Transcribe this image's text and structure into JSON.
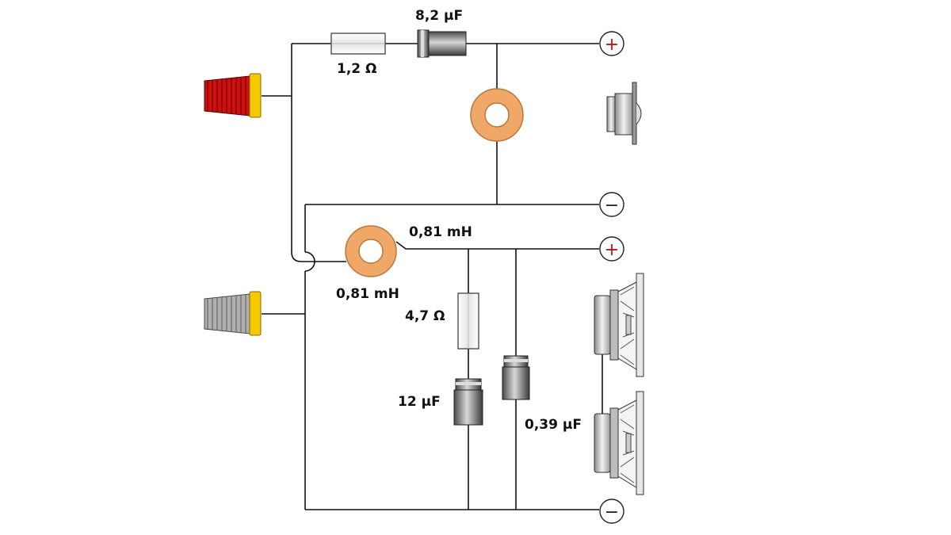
{
  "diagram": {
    "labels": {
      "tweeter_cap": "8,2 μF",
      "tweeter_res": "1,2 Ω",
      "woofer_coil_top": "0,81 mH",
      "woofer_coil_bottom": "0,81 mH",
      "woofer_res": "4,7 Ω",
      "woofer_cap_12": "12 μF",
      "woofer_cap_039": "0,39 μF"
    },
    "terminals": {
      "tweeter_plus": "+",
      "tweeter_minus": "−",
      "woofer_plus": "+",
      "woofer_minus": "−"
    },
    "colors": {
      "wire": "#111111",
      "coil": "#f0a868",
      "coil_stroke": "#b87838",
      "input_positive": "#cc1111",
      "input_negative": "#a8a8a8",
      "binding_post_base": "#f5c800",
      "plus_sign": "#cc1111",
      "minus_sign": "#222222"
    }
  }
}
